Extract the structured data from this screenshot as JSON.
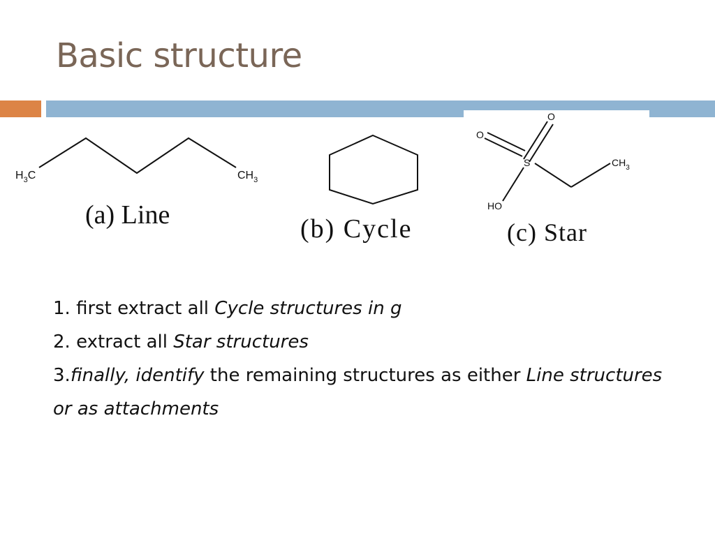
{
  "slide": {
    "title": "Basic structure",
    "colors": {
      "title": "#7a6657",
      "accent_orange": "#dc8446",
      "accent_blue": "#8fb4d2"
    }
  },
  "structures": [
    {
      "caption": "(a) Line",
      "atoms": {
        "left": "H",
        "left_sub": "3",
        "left_tail": "C",
        "right": "CH",
        "right_sub": "3"
      }
    },
    {
      "caption": "(b) Cycle"
    },
    {
      "caption": "(c) Star",
      "atoms": {
        "s": "S",
        "o_top": "O",
        "o_left": "O",
        "ho": "HO",
        "ch": "CH",
        "ch_sub": "3"
      }
    }
  ],
  "steps": [
    {
      "a": "1. first extract all ",
      "b": "Cycle structures in g"
    },
    {
      "a": "2. extract all ",
      "b": "Star structures"
    },
    {
      "a": "3.",
      "b": "finally, identify",
      "c": " the remaining structures as either ",
      "d": "Line structures or as attachments"
    }
  ]
}
